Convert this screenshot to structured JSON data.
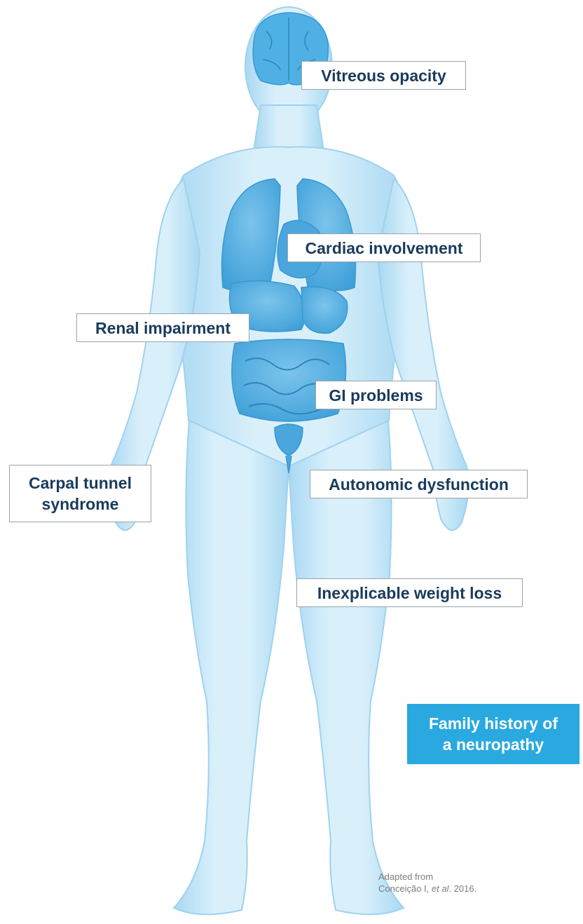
{
  "labels": {
    "vitreous_opacity": "Vitreous opacity",
    "cardiac_involvement": "Cardiac involvement",
    "renal_impairment": "Renal impairment",
    "gi_problems": "GI problems",
    "carpal_tunnel": [
      "Carpal tunnel",
      "syndrome"
    ],
    "autonomic_dysfunction": "Autonomic dysfunction",
    "weight_loss": "Inexplicable weight loss"
  },
  "family_history": [
    "Family history of",
    "a neuropathy"
  ],
  "citation": {
    "line1": "Adapted from",
    "author": "Conceição I, ",
    "etal": "et al",
    "year": ". 2016."
  },
  "colors": {
    "body_fill": "#bfe4f7",
    "body_edge": "#8fcbeb",
    "organs": "#5db4e6",
    "label_text": "#1a3b5c",
    "label_border": "#9aa3ab",
    "family_bg": "#29a9e0"
  }
}
